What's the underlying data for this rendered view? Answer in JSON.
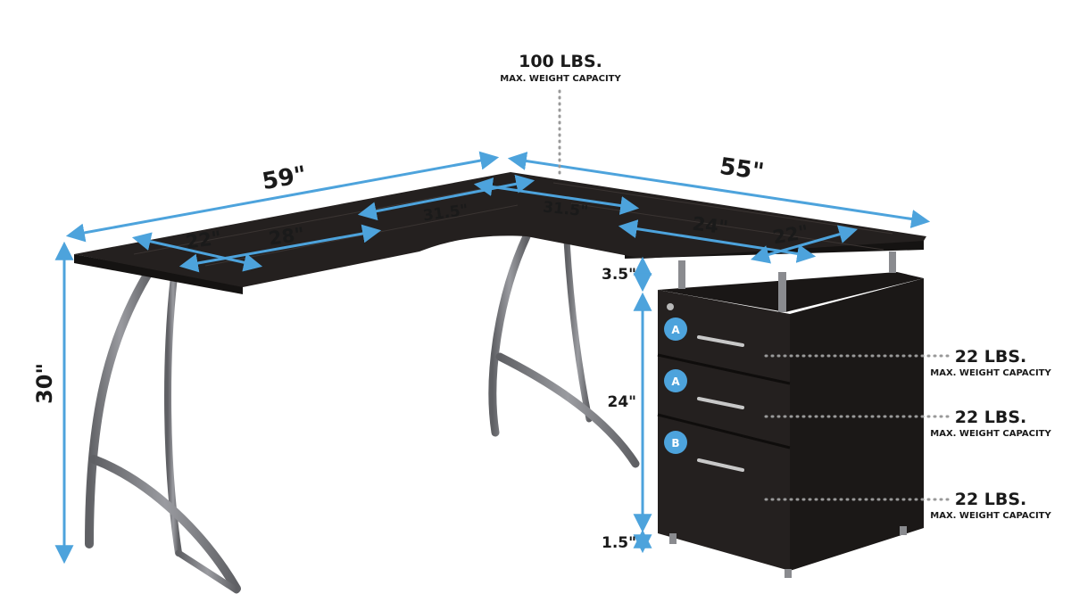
{
  "colors": {
    "arrow": "#4da3dc",
    "desk": "#24201f",
    "leg": "#7a7b7e",
    "dots": "#999999",
    "badge": "#4da3dc"
  },
  "top_capacity": {
    "weight": "100 LBS.",
    "label": "MAX. WEIGHT CAPACITY"
  },
  "dimensions": {
    "left_length": "59\"",
    "right_length": "55\"",
    "left_inner_depth": "22\"",
    "left_inner_width": "28\"",
    "center_left": "31.5\"",
    "center_right": "31.5\"",
    "right_inner_width": "24\"",
    "right_inner_depth": "22\"",
    "height": "30\"",
    "shelf_gap": "3.5\"",
    "cabinet_height": "24\"",
    "floor_gap": "1.5\""
  },
  "drawers": [
    {
      "badge": "A",
      "weight": "22 LBS.",
      "label": "MAX. WEIGHT CAPACITY"
    },
    {
      "badge": "A",
      "weight": "22 LBS.",
      "label": "MAX. WEIGHT CAPACITY"
    },
    {
      "badge": "B",
      "weight": "22 LBS.",
      "label": "MAX. WEIGHT CAPACITY"
    }
  ]
}
